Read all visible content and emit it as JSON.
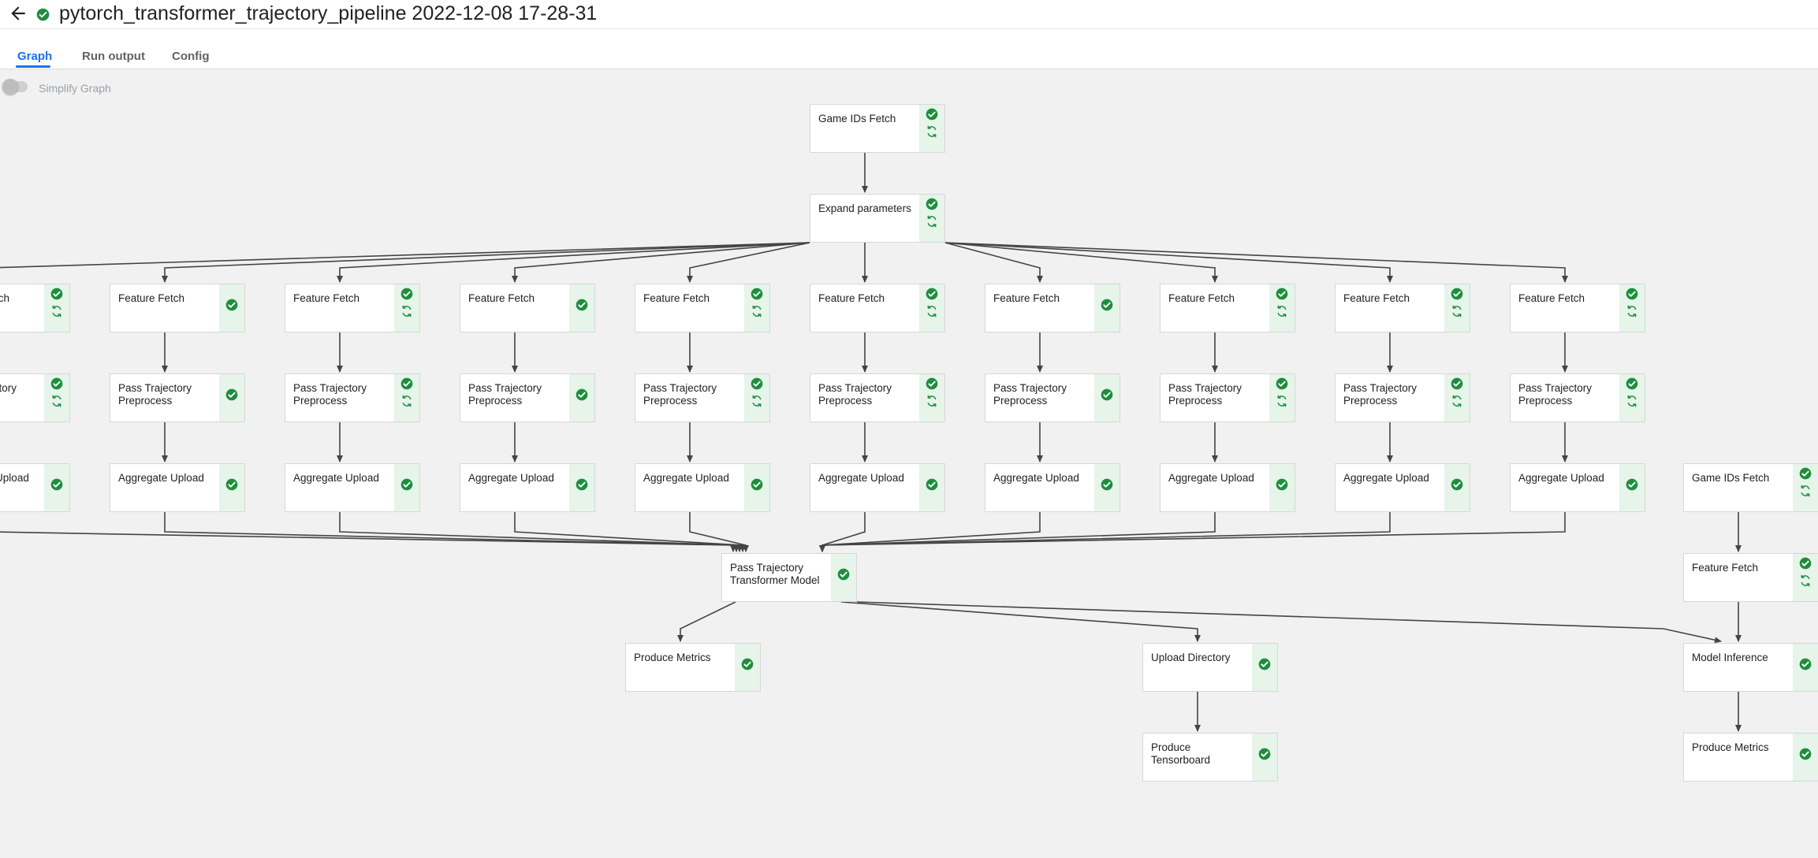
{
  "header": {
    "back_icon": "arrow-left-icon",
    "status_icon": "check-circle-icon",
    "title": "pytorch_transformer_trajectory_pipeline 2022-12-08 17-28-31"
  },
  "tabs": [
    {
      "label": "Graph",
      "active": true
    },
    {
      "label": "Run output",
      "active": false
    },
    {
      "label": "Config",
      "active": false
    }
  ],
  "simplify_graph": {
    "label": "Simplify Graph",
    "enabled": false
  },
  "colors": {
    "accent": "#1a73e8",
    "success": "#1e8e3e",
    "status_bg": "#e6f4ea",
    "edge": "#444444",
    "canvas": "#f1f1f1"
  },
  "nodes": [
    {
      "id": "gid_top",
      "label": "Game IDs Fetch",
      "status": "succeeded",
      "cached": true
    },
    {
      "id": "expand",
      "label": "Expand parameters",
      "status": "succeeded",
      "cached": true
    },
    {
      "id": "ff0",
      "label": "Feature Fetch",
      "status": "succeeded",
      "cached": true
    },
    {
      "id": "ff1",
      "label": "Feature Fetch",
      "status": "succeeded",
      "cached": false
    },
    {
      "id": "ff2",
      "label": "Feature Fetch",
      "status": "succeeded",
      "cached": true
    },
    {
      "id": "ff3",
      "label": "Feature Fetch",
      "status": "succeeded",
      "cached": false
    },
    {
      "id": "ff4",
      "label": "Feature Fetch",
      "status": "succeeded",
      "cached": true
    },
    {
      "id": "ff5",
      "label": "Feature Fetch",
      "status": "succeeded",
      "cached": true
    },
    {
      "id": "ff6",
      "label": "Feature Fetch",
      "status": "succeeded",
      "cached": false
    },
    {
      "id": "ff7",
      "label": "Feature Fetch",
      "status": "succeeded",
      "cached": true
    },
    {
      "id": "ff8",
      "label": "Feature Fetch",
      "status": "succeeded",
      "cached": true
    },
    {
      "id": "ff9",
      "label": "Feature Fetch",
      "status": "succeeded",
      "cached": true
    },
    {
      "id": "pt0",
      "label": "Pass Trajectory Preprocess",
      "status": "succeeded",
      "cached": true
    },
    {
      "id": "pt1",
      "label": "Pass Trajectory Preprocess",
      "status": "succeeded",
      "cached": false
    },
    {
      "id": "pt2",
      "label": "Pass Trajectory Preprocess",
      "status": "succeeded",
      "cached": true
    },
    {
      "id": "pt3",
      "label": "Pass Trajectory Preprocess",
      "status": "succeeded",
      "cached": false
    },
    {
      "id": "pt4",
      "label": "Pass Trajectory Preprocess",
      "status": "succeeded",
      "cached": true
    },
    {
      "id": "pt5",
      "label": "Pass Trajectory Preprocess",
      "status": "succeeded",
      "cached": true
    },
    {
      "id": "pt6",
      "label": "Pass Trajectory Preprocess",
      "status": "succeeded",
      "cached": false
    },
    {
      "id": "pt7",
      "label": "Pass Trajectory Preprocess",
      "status": "succeeded",
      "cached": true
    },
    {
      "id": "pt8",
      "label": "Pass Trajectory Preprocess",
      "status": "succeeded",
      "cached": true
    },
    {
      "id": "pt9",
      "label": "Pass Trajectory Preprocess",
      "status": "succeeded",
      "cached": true
    },
    {
      "id": "au0",
      "label": "Aggregate Upload",
      "status": "succeeded",
      "cached": false
    },
    {
      "id": "au1",
      "label": "Aggregate Upload",
      "status": "succeeded",
      "cached": false
    },
    {
      "id": "au2",
      "label": "Aggregate Upload",
      "status": "succeeded",
      "cached": false
    },
    {
      "id": "au3",
      "label": "Aggregate Upload",
      "status": "succeeded",
      "cached": false
    },
    {
      "id": "au4",
      "label": "Aggregate Upload",
      "status": "succeeded",
      "cached": false
    },
    {
      "id": "au5",
      "label": "Aggregate Upload",
      "status": "succeeded",
      "cached": false
    },
    {
      "id": "au6",
      "label": "Aggregate Upload",
      "status": "succeeded",
      "cached": false
    },
    {
      "id": "au7",
      "label": "Aggregate Upload",
      "status": "succeeded",
      "cached": false
    },
    {
      "id": "au8",
      "label": "Aggregate Upload",
      "status": "succeeded",
      "cached": false
    },
    {
      "id": "au9",
      "label": "Aggregate Upload",
      "status": "succeeded",
      "cached": false
    },
    {
      "id": "model",
      "label": "Pass Trajectory Transformer Model",
      "status": "succeeded",
      "cached": false
    },
    {
      "id": "metrics",
      "label": "Produce Metrics",
      "status": "succeeded",
      "cached": false
    },
    {
      "id": "upload_dir",
      "label": "Upload Directory",
      "status": "succeeded",
      "cached": false
    },
    {
      "id": "tensorboard",
      "label": "Produce Tensorboard",
      "status": "succeeded",
      "cached": false
    },
    {
      "id": "gid_r",
      "label": "Game IDs Fetch",
      "status": "succeeded",
      "cached": true
    },
    {
      "id": "ff_r",
      "label": "Feature Fetch",
      "status": "succeeded",
      "cached": true
    },
    {
      "id": "infer_r",
      "label": "Model Inference",
      "status": "succeeded",
      "cached": false
    },
    {
      "id": "metrics_r",
      "label": "Produce Metrics",
      "status": "succeeded",
      "cached": false
    }
  ],
  "edges": [
    [
      "gid_top",
      "expand"
    ],
    [
      "expand",
      "ff0"
    ],
    [
      "expand",
      "ff1"
    ],
    [
      "expand",
      "ff2"
    ],
    [
      "expand",
      "ff3"
    ],
    [
      "expand",
      "ff4"
    ],
    [
      "expand",
      "ff5"
    ],
    [
      "expand",
      "ff6"
    ],
    [
      "expand",
      "ff7"
    ],
    [
      "expand",
      "ff8"
    ],
    [
      "expand",
      "ff9"
    ],
    [
      "ff0",
      "pt0"
    ],
    [
      "ff1",
      "pt1"
    ],
    [
      "ff2",
      "pt2"
    ],
    [
      "ff3",
      "pt3"
    ],
    [
      "ff4",
      "pt4"
    ],
    [
      "ff5",
      "pt5"
    ],
    [
      "ff6",
      "pt6"
    ],
    [
      "ff7",
      "pt7"
    ],
    [
      "ff8",
      "pt8"
    ],
    [
      "ff9",
      "pt9"
    ],
    [
      "pt0",
      "au0"
    ],
    [
      "pt1",
      "au1"
    ],
    [
      "pt2",
      "au2"
    ],
    [
      "pt3",
      "au3"
    ],
    [
      "pt4",
      "au4"
    ],
    [
      "pt5",
      "au5"
    ],
    [
      "pt6",
      "au6"
    ],
    [
      "pt7",
      "au7"
    ],
    [
      "pt8",
      "au8"
    ],
    [
      "pt9",
      "au9"
    ],
    [
      "au0",
      "model"
    ],
    [
      "au1",
      "model"
    ],
    [
      "au2",
      "model"
    ],
    [
      "au3",
      "model"
    ],
    [
      "au4",
      "model"
    ],
    [
      "au5",
      "model"
    ],
    [
      "au6",
      "model"
    ],
    [
      "au7",
      "model"
    ],
    [
      "au8",
      "model"
    ],
    [
      "au9",
      "model"
    ],
    [
      "model",
      "metrics"
    ],
    [
      "model",
      "upload_dir"
    ],
    [
      "model",
      "infer_r"
    ],
    [
      "upload_dir",
      "tensorboard"
    ],
    [
      "gid_r",
      "ff_r"
    ],
    [
      "ff_r",
      "infer_r"
    ],
    [
      "infer_r",
      "metrics_r"
    ]
  ]
}
